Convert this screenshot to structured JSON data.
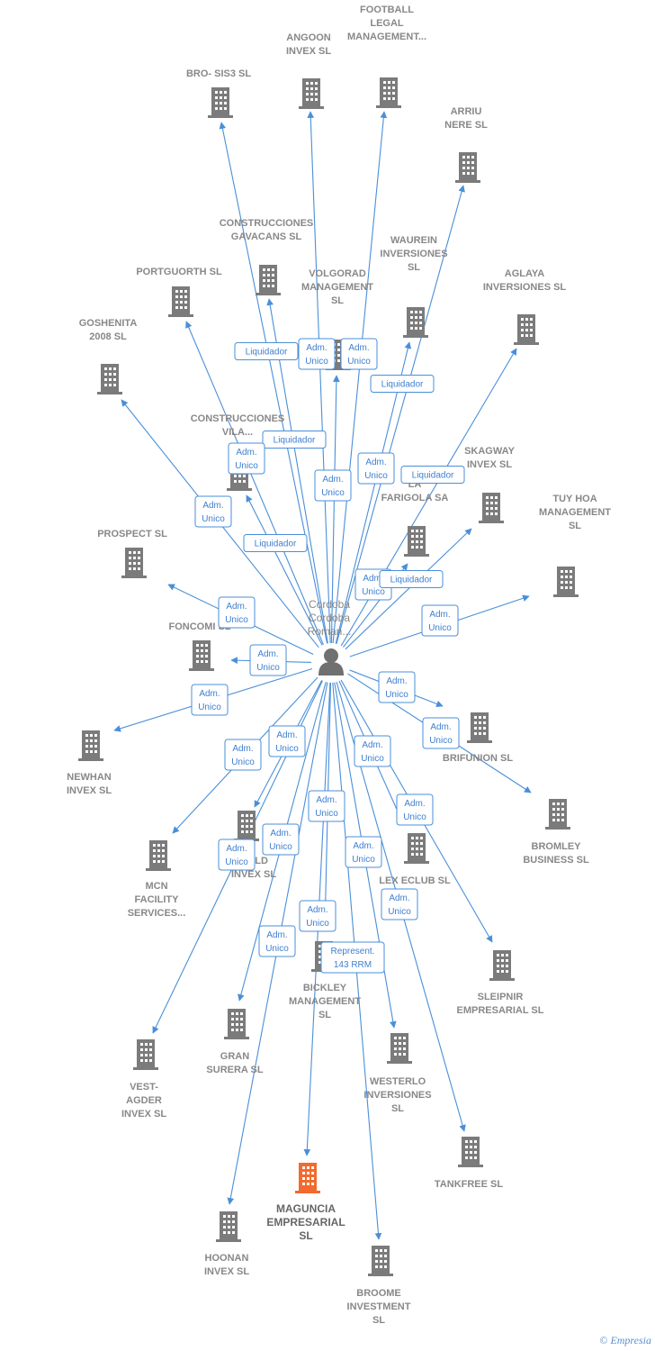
{
  "center": {
    "id": "person",
    "label": [
      "Cordoba",
      "Cordoba",
      "Roman..."
    ],
    "icon": "person-icon"
  },
  "nodes": [
    {
      "id": "brosis3",
      "label": [
        "BRO- SIS3 SL"
      ],
      "icon": "building-icon"
    },
    {
      "id": "angoon",
      "label": [
        "ANGOON",
        "INVEX  SL"
      ],
      "icon": "building-icon"
    },
    {
      "id": "football",
      "label": [
        "FOOTBALL",
        "LEGAL",
        "MANAGEMENT..."
      ],
      "icon": "building-icon"
    },
    {
      "id": "arriu",
      "label": [
        "ARRIU",
        "NERE SL"
      ],
      "icon": "building-icon"
    },
    {
      "id": "construccionesgav",
      "label": [
        "CONSTRUCCIONES",
        "GAVACANS SL"
      ],
      "icon": "building-icon"
    },
    {
      "id": "portguorth",
      "label": [
        "PORTGUORTH SL"
      ],
      "icon": "building-icon"
    },
    {
      "id": "volgorad",
      "label": [
        "VOLGORAD",
        "MANAGEMENT",
        "SL"
      ],
      "icon": "building-icon"
    },
    {
      "id": "waurein",
      "label": [
        "WAUREIN",
        "INVERSIONES",
        "SL"
      ],
      "icon": "building-icon"
    },
    {
      "id": "aglaya",
      "label": [
        "AGLAYA",
        "INVERSIONES SL"
      ],
      "icon": "building-icon"
    },
    {
      "id": "goshenita",
      "label": [
        "GOSHENITA",
        "2008 SL"
      ],
      "icon": "building-icon"
    },
    {
      "id": "construccionesvila",
      "label": [
        "CONSTRUCCIONES",
        "VILA..."
      ],
      "icon": "building-icon"
    },
    {
      "id": "skagway",
      "label": [
        "SKAGWAY",
        "INVEX  SL"
      ],
      "icon": "building-icon"
    },
    {
      "id": "lafarigola",
      "label": [
        "LA",
        "FARIGOLA SA"
      ],
      "icon": "building-icon"
    },
    {
      "id": "prospect",
      "label": [
        "PROSPECT SL"
      ],
      "icon": "building-icon"
    },
    {
      "id": "tuyhoa",
      "label": [
        "TUY HOA",
        "MANAGEMENT",
        "SL"
      ],
      "icon": "building-icon"
    },
    {
      "id": "foncomi",
      "label": [
        "FONCOMI SL"
      ],
      "icon": "building-icon"
    },
    {
      "id": "newhan",
      "label": [
        "NEWHAN",
        "INVEX  SL"
      ],
      "icon": "building-icon"
    },
    {
      "id": "brifunion",
      "label": [
        "BRIFUNION SL"
      ],
      "icon": "building-icon"
    },
    {
      "id": "bromley",
      "label": [
        "BROMLEY",
        "BUSINESS  SL"
      ],
      "icon": "building-icon"
    },
    {
      "id": "mcn",
      "label": [
        "MCN",
        "FACILITY",
        "SERVICES..."
      ],
      "icon": "building-icon"
    },
    {
      "id": "gold",
      "label": [
        "GOLD",
        "INVEX SL"
      ],
      "icon": "building-icon"
    },
    {
      "id": "lexeclub",
      "label": [
        "LEX ECLUB  SL"
      ],
      "icon": "building-icon"
    },
    {
      "id": "sleipnir",
      "label": [
        "SLEIPNIR",
        "EMPRESARIAL SL"
      ],
      "icon": "building-icon"
    },
    {
      "id": "bickley",
      "label": [
        "BICKLEY",
        "MANAGEMENT",
        "SL"
      ],
      "icon": "building-icon"
    },
    {
      "id": "vestagder",
      "label": [
        "VEST-",
        "AGDER",
        "INVEX  SL"
      ],
      "icon": "building-icon"
    },
    {
      "id": "gransurera",
      "label": [
        "GRAN",
        "SURERA SL"
      ],
      "icon": "building-icon"
    },
    {
      "id": "westerlo",
      "label": [
        "WESTERLO",
        "INVERSIONES",
        "SL"
      ],
      "icon": "building-icon"
    },
    {
      "id": "tankfree",
      "label": [
        "TANKFREE SL"
      ],
      "icon": "building-icon"
    },
    {
      "id": "maguncia",
      "label": [
        "MAGUNCIA",
        "EMPRESARIAL",
        "SL"
      ],
      "icon": "building-icon",
      "focus": true
    },
    {
      "id": "hoonan",
      "label": [
        "HOONAN",
        "INVEX  SL"
      ],
      "icon": "building-icon"
    },
    {
      "id": "broome",
      "label": [
        "BROOME",
        "INVESTMENT",
        "SL"
      ],
      "icon": "building-icon"
    }
  ],
  "edges": [
    {
      "to": "brosis3",
      "label": [
        "Liquidador"
      ]
    },
    {
      "to": "angoon",
      "label": [
        "Adm.",
        "Unico"
      ]
    },
    {
      "to": "football",
      "label": [
        "Adm.",
        "Unico"
      ]
    },
    {
      "to": "arriu",
      "label": [
        "Liquidador"
      ]
    },
    {
      "to": "construccionesgav",
      "label": [
        "Liquidador"
      ]
    },
    {
      "to": "portguorth",
      "label": [
        "Adm.",
        "Unico"
      ]
    },
    {
      "to": "volgorad",
      "label": [
        "Adm.",
        "Unico"
      ]
    },
    {
      "to": "waurein",
      "label": [
        "Adm.",
        "Unico"
      ]
    },
    {
      "to": "aglaya",
      "label": [
        "Liquidador"
      ]
    },
    {
      "to": "goshenita",
      "label": [
        "Adm.",
        "Unico"
      ]
    },
    {
      "to": "construccionesvila",
      "label": [
        "Liquidador"
      ]
    },
    {
      "to": "skagway",
      "label": [
        "Adm.",
        "Unico"
      ]
    },
    {
      "to": "lafarigola",
      "label": [
        "Liquidador"
      ]
    },
    {
      "to": "prospect",
      "label": [
        "Adm.",
        "Unico"
      ]
    },
    {
      "to": "tuyhoa",
      "label": [
        "Adm.",
        "Unico"
      ]
    },
    {
      "to": "foncomi",
      "label": [
        "Adm.",
        "Unico"
      ]
    },
    {
      "to": "newhan",
      "label": [
        "Adm.",
        "Unico"
      ]
    },
    {
      "to": "brifunion",
      "label": [
        "Adm.",
        "Unico"
      ]
    },
    {
      "to": "bromley",
      "label": [
        "Adm.",
        "Unico"
      ]
    },
    {
      "to": "mcn",
      "label": [
        "Adm.",
        "Unico"
      ]
    },
    {
      "to": "gold",
      "label": [
        "Adm.",
        "Unico"
      ]
    },
    {
      "to": "lexeclub",
      "label": [
        "Adm.",
        "Unico"
      ]
    },
    {
      "to": "sleipnir",
      "label": [
        "Adm.",
        "Unico"
      ]
    },
    {
      "to": "bickley",
      "label": [
        "Adm.",
        "Unico"
      ]
    },
    {
      "to": "vestagder",
      "label": [
        "Adm.",
        "Unico"
      ]
    },
    {
      "to": "gransurera",
      "label": [
        "Adm.",
        "Unico"
      ]
    },
    {
      "to": "westerlo",
      "label": [
        "Adm.",
        "Unico"
      ]
    },
    {
      "to": "tankfree",
      "label": [
        "Adm.",
        "Unico"
      ]
    },
    {
      "to": "maguncia",
      "label": [
        "Adm.",
        "Unico"
      ]
    },
    {
      "to": "hoonan",
      "label": [
        "Adm.",
        "Unico"
      ]
    },
    {
      "to": "broome",
      "label": [
        "Represent.",
        "143 RRM"
      ]
    }
  ],
  "colors": {
    "edge": "#4a8fd8",
    "building": "#7b7b7b",
    "focus_building": "#f26a2e",
    "person": "#707070"
  },
  "footer": {
    "copyright": "©",
    "brand": "Empresia"
  }
}
